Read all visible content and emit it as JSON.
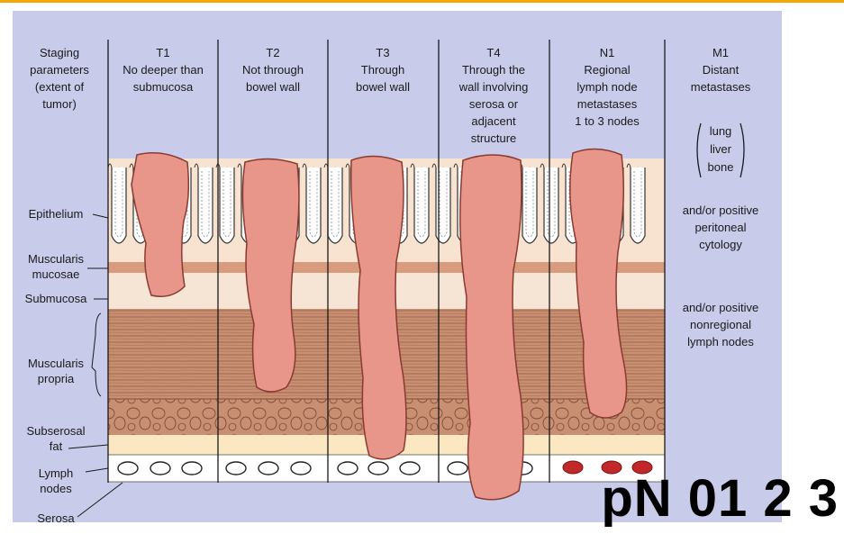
{
  "columns": [
    {
      "heading": "Staging",
      "lines": [
        "parameters",
        "(extent of",
        "tumor)"
      ]
    },
    {
      "heading": "T1",
      "lines": [
        "No deeper than",
        "submucosa"
      ]
    },
    {
      "heading": "T2",
      "lines": [
        "Not through",
        "bowel wall"
      ]
    },
    {
      "heading": "T3",
      "lines": [
        "Through",
        "bowel wall"
      ]
    },
    {
      "heading": "T4",
      "lines": [
        "Through the",
        "wall involving",
        "serosa or",
        "adjacent",
        "structure"
      ]
    },
    {
      "heading": "N1",
      "lines": [
        "Regional",
        "lymph node",
        "metastases",
        "1 to 3 nodes"
      ]
    },
    {
      "heading": "M1",
      "lines": [
        "Distant",
        "metastases"
      ]
    }
  ],
  "metastasis_sites": [
    "lung",
    "liver",
    "bone"
  ],
  "m1_notes": [
    [
      "and/or positive",
      "peritoneal",
      "cytology"
    ],
    [
      "and/or positive",
      "nonregional",
      "lymph nodes"
    ]
  ],
  "layer_labels": {
    "epithelium": "Epithelium",
    "muscularis_mucosae": [
      "Muscularis",
      "mucosae"
    ],
    "submucosa": "Submucosa",
    "muscularis_propria": [
      "Muscularis",
      "propria"
    ],
    "subserosal_fat": [
      "Subserosal",
      "fat"
    ],
    "lymph_nodes": [
      "Lymph",
      "nodes"
    ],
    "serosa": "Serosa"
  },
  "overlay_label": "pN 01 2 3",
  "colors": {
    "background": "#c9cbea",
    "tumor": "#e8968a",
    "tumor_outline": "#8a3a30",
    "muscle": "#c98f72",
    "submucosa": "#f6e5d4",
    "muscularis_mucosae": "#d99b7e",
    "fat": "#fbe8c2",
    "node_positive": "#c0282a",
    "top_bar": "#f2a800"
  }
}
